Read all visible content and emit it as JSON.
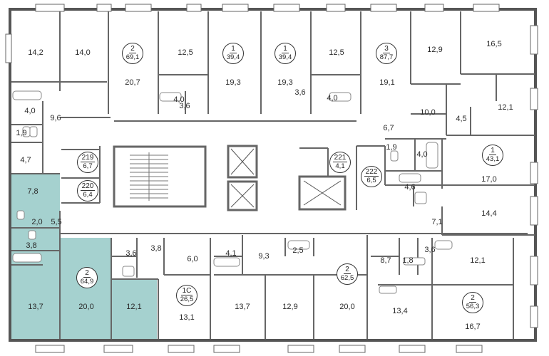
{
  "colors": {
    "highlight": "#a5d1cf",
    "wall": "#555555",
    "line": "#7a7a7a"
  },
  "apartments": [
    {
      "type": "2",
      "area": "69,1"
    },
    {
      "type": "1",
      "area": "39,4"
    },
    {
      "type": "1",
      "area": "39,4"
    },
    {
      "type": "3",
      "area": "87,7"
    },
    {
      "type": "219",
      "area": "6,7"
    },
    {
      "type": "220",
      "area": "6,4"
    },
    {
      "type": "221",
      "area": "4,1"
    },
    {
      "type": "222",
      "area": "6,5"
    },
    {
      "type": "1",
      "area": "43,1"
    },
    {
      "type": "2",
      "area": "64,9"
    },
    {
      "type": "1С",
      "area": "26,5"
    },
    {
      "type": "2",
      "area": "62,5"
    },
    {
      "type": "2",
      "area": "56,3"
    }
  ],
  "rooms": [
    "14,2",
    "14,0",
    "20,7",
    "12,5",
    "19,3",
    "19,3",
    "12,5",
    "19,1",
    "12,9",
    "16,5",
    "4,0",
    "9,6",
    "1,9",
    "4,7",
    "4,0",
    "3,6",
    "3,6",
    "4,0",
    "10,0",
    "4,5",
    "12,1",
    "6,7",
    "1,9",
    "4,0",
    "4,6",
    "17,0",
    "14,4",
    "7,1",
    "7,8",
    "2,0",
    "5,5",
    "3,8",
    "13,7",
    "20,0",
    "12,1",
    "3,6",
    "3,8",
    "6,0",
    "4,1",
    "9,3",
    "2,5",
    "8,7",
    "1,8",
    "3,6",
    "12,1",
    "13,1",
    "13,7",
    "12,9",
    "20,0",
    "13,4",
    "16,7"
  ]
}
